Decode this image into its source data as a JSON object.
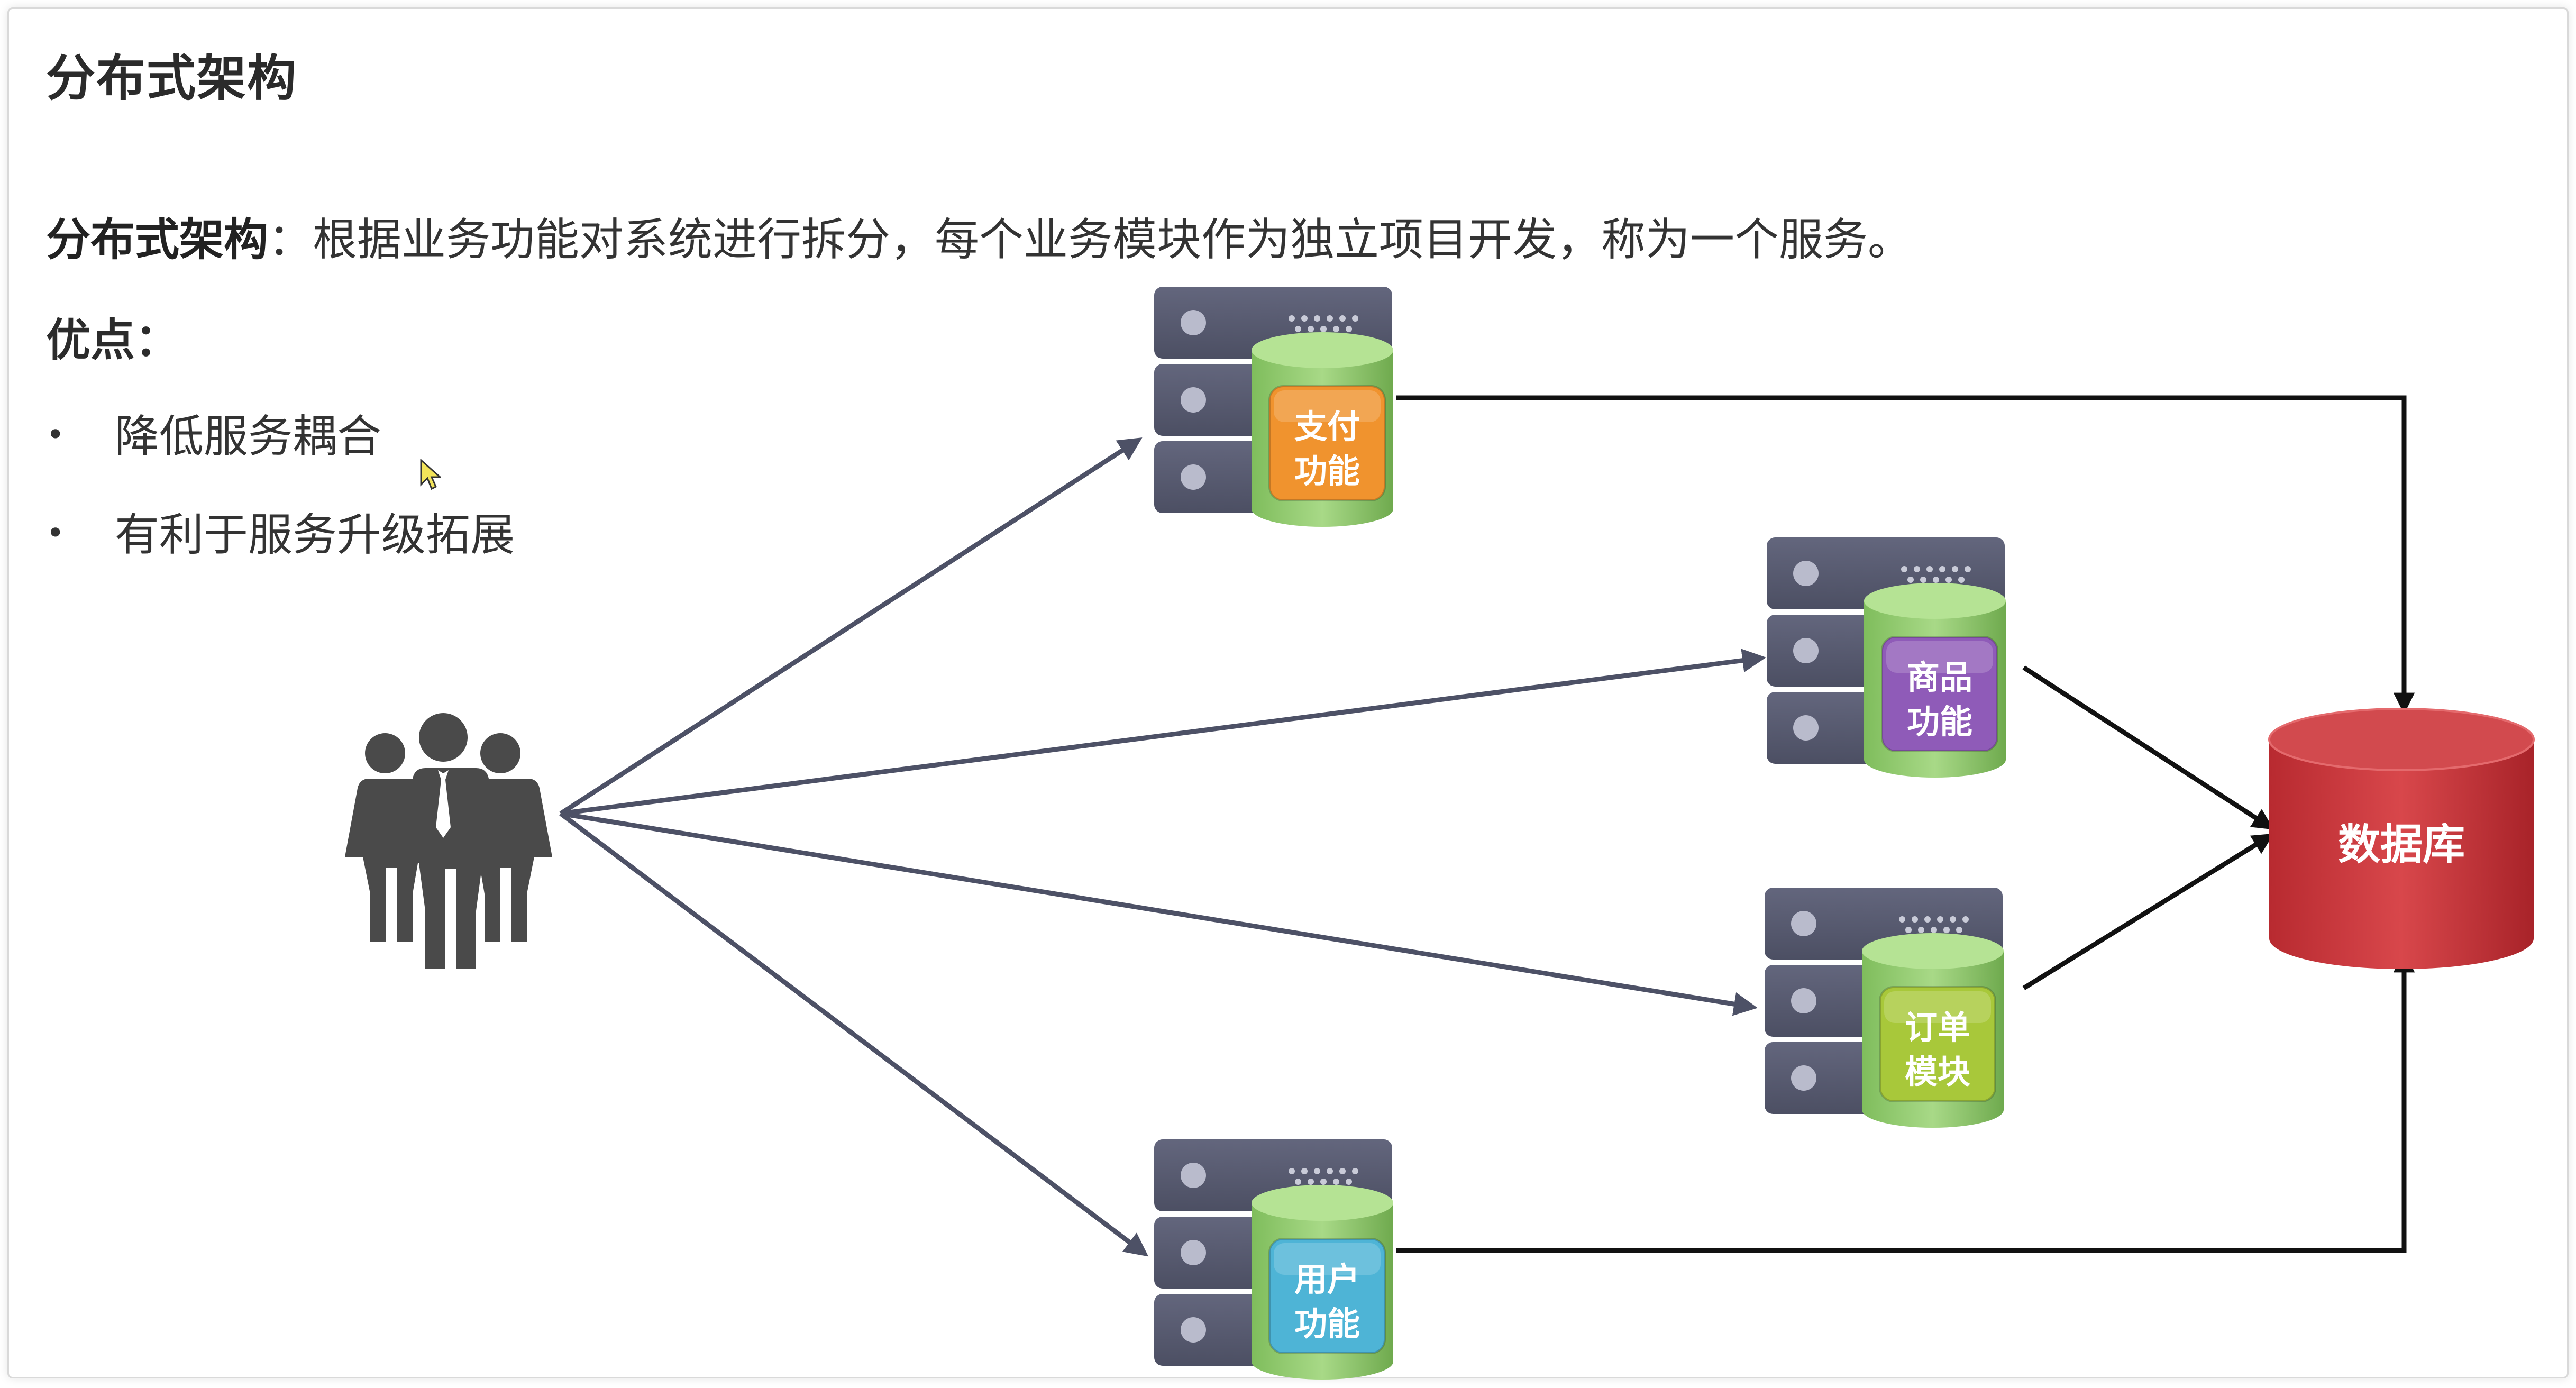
{
  "slide": {
    "title": "分布式架构",
    "description_term": "分布式架构",
    "description_sep": "：",
    "description_body": "根据业务功能对系统进行拆分，每个业务模块作为独立项目开发，称为一个服务。",
    "advantages_heading": "优点：",
    "advantages": [
      "降低服务耦合",
      "有利于服务升级拓展"
    ]
  },
  "diagram": {
    "services": [
      {
        "line1": "支付",
        "line2": "功能",
        "color": "#f0932e"
      },
      {
        "line1": "商品",
        "line2": "功能",
        "color": "#8f5bb8"
      },
      {
        "line1": "订单",
        "line2": "模块",
        "color": "#a8c83a"
      },
      {
        "line1": "用户",
        "line2": "功能",
        "color": "#4eb4d6"
      }
    ],
    "database_label": "数据库",
    "colors": {
      "server": "#5a5d73",
      "cylinder_green": "#9fd07a",
      "database": "#c9353a",
      "users_icon": "#4a4a4a",
      "arrow_gray": "#4d5166",
      "arrow_black": "#111111"
    },
    "icons": [
      "users-group-icon",
      "server-icon",
      "database-icon"
    ]
  }
}
